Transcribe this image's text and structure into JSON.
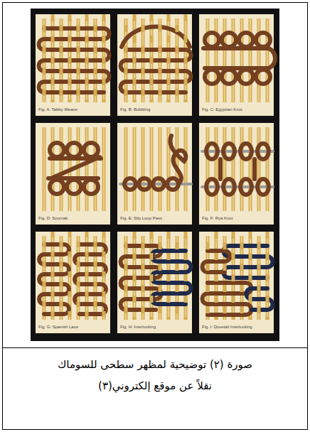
{
  "diagram": {
    "caption": "صورة (٢) توضيحية لمظهر سطحى للسوماك نقلاً عن موقع إلكتروني(٣)",
    "labels": [
      "Fig. A: Tabby Weave",
      "Fig. B: Bubbling",
      "Fig. C: Egyptian Knot",
      "Fig. D: Soumak",
      "Fig. E: Slip Loop Pass",
      "Fig. F: Rya Knot",
      "Fig. G: Spanish Lace",
      "Fig. H: Interlocking",
      "Fig. I: Dovetail Interlocking"
    ]
  }
}
